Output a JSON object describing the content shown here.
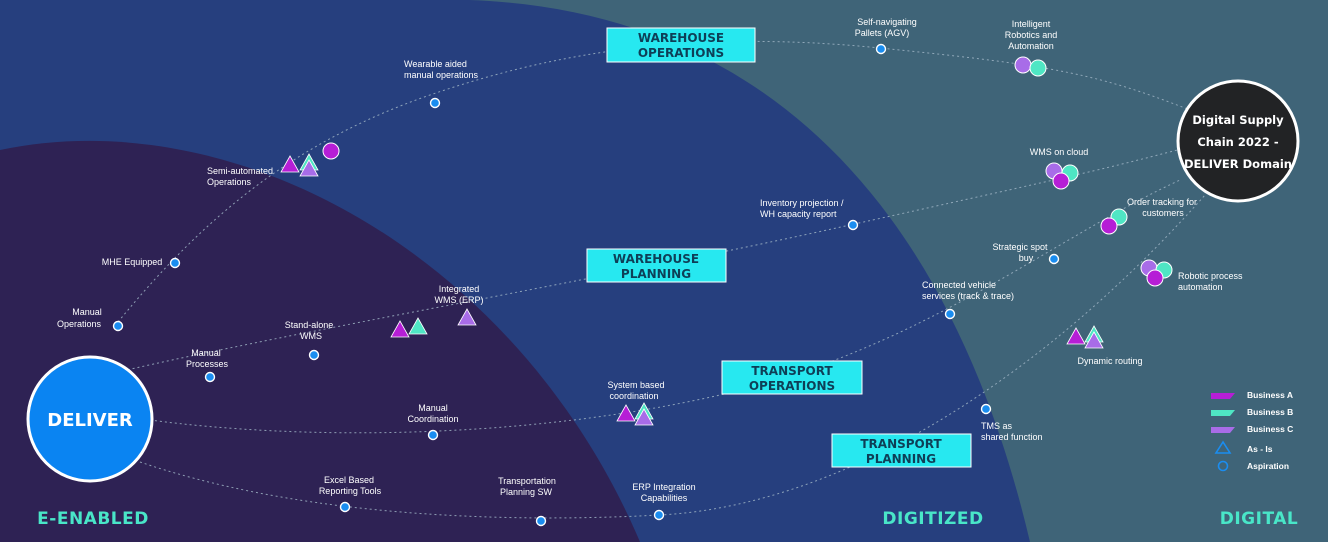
{
  "zones": {
    "e_enabled": "E-ENABLED",
    "digitized": "DIGITIZED",
    "digital": "DIGITAL"
  },
  "deliver_label": "DELIVER",
  "domain_title": [
    "Digital Supply",
    "Chain 2022 -",
    "DELIVER Domain"
  ],
  "streams": {
    "warehouse_operations": [
      "WAREHOUSE",
      "OPERATIONS"
    ],
    "warehouse_planning": [
      "WAREHOUSE",
      "PLANNING"
    ],
    "transport_operations": [
      "TRANSPORT",
      "OPERATIONS"
    ],
    "transport_planning": [
      "TRANSPORT",
      "PLANNING"
    ]
  },
  "points": {
    "manual_operations": [
      "Manual",
      "Operations"
    ],
    "mhe_equipped": [
      "MHE Equipped"
    ],
    "semi_automated": [
      "Semi-automated",
      "Operations"
    ],
    "wearable": [
      "Wearable aided",
      "manual operations"
    ],
    "self_navigating": [
      "Self-navigating",
      "Pallets (AGV)"
    ],
    "intelligent_robotics": [
      "Intelligent",
      "Robotics and",
      "Automation"
    ],
    "manual_processes": [
      "Manual",
      "Processes"
    ],
    "standalone_wms": [
      "Stand-alone",
      "WMS"
    ],
    "integrated_wms": [
      "Integrated",
      "WMS (ERP)"
    ],
    "inventory_projection": [
      "Inventory projection /",
      "WH capacity report"
    ],
    "wms_cloud": [
      "WMS on cloud"
    ],
    "manual_coordination": [
      "Manual",
      "Coordination"
    ],
    "system_coordination": [
      "System based",
      "coordination"
    ],
    "connected_vehicle": [
      "Connected vehicle",
      "services (track & trace)"
    ],
    "strategic_spot": [
      "Strategic spot",
      "buy"
    ],
    "order_tracking": [
      "Order tracking for",
      "customers"
    ],
    "excel_reporting": [
      "Excel Based",
      "Reporting Tools"
    ],
    "transportation_sw": [
      "Transportation",
      "Planning SW"
    ],
    "erp_integration": [
      "ERP Integration",
      "Capabilities"
    ],
    "tms_shared": [
      "TMS as",
      "shared function"
    ],
    "dynamic_routing": [
      "Dynamic routing"
    ],
    "robotic_process": [
      "Robotic process",
      "automation"
    ]
  },
  "legend": {
    "business_a": "Business A",
    "business_b": "Business B",
    "business_c": "Business C",
    "as_is": "As - Is",
    "aspiration": "Aspiration"
  },
  "colors": {
    "business_a": "#b61ed6",
    "business_b": "#4fe6c4",
    "business_c": "#a86ce8",
    "zone_label": "#49e6c8",
    "aspiration": "#1a8df0",
    "box_fill": "#27e8f0"
  }
}
